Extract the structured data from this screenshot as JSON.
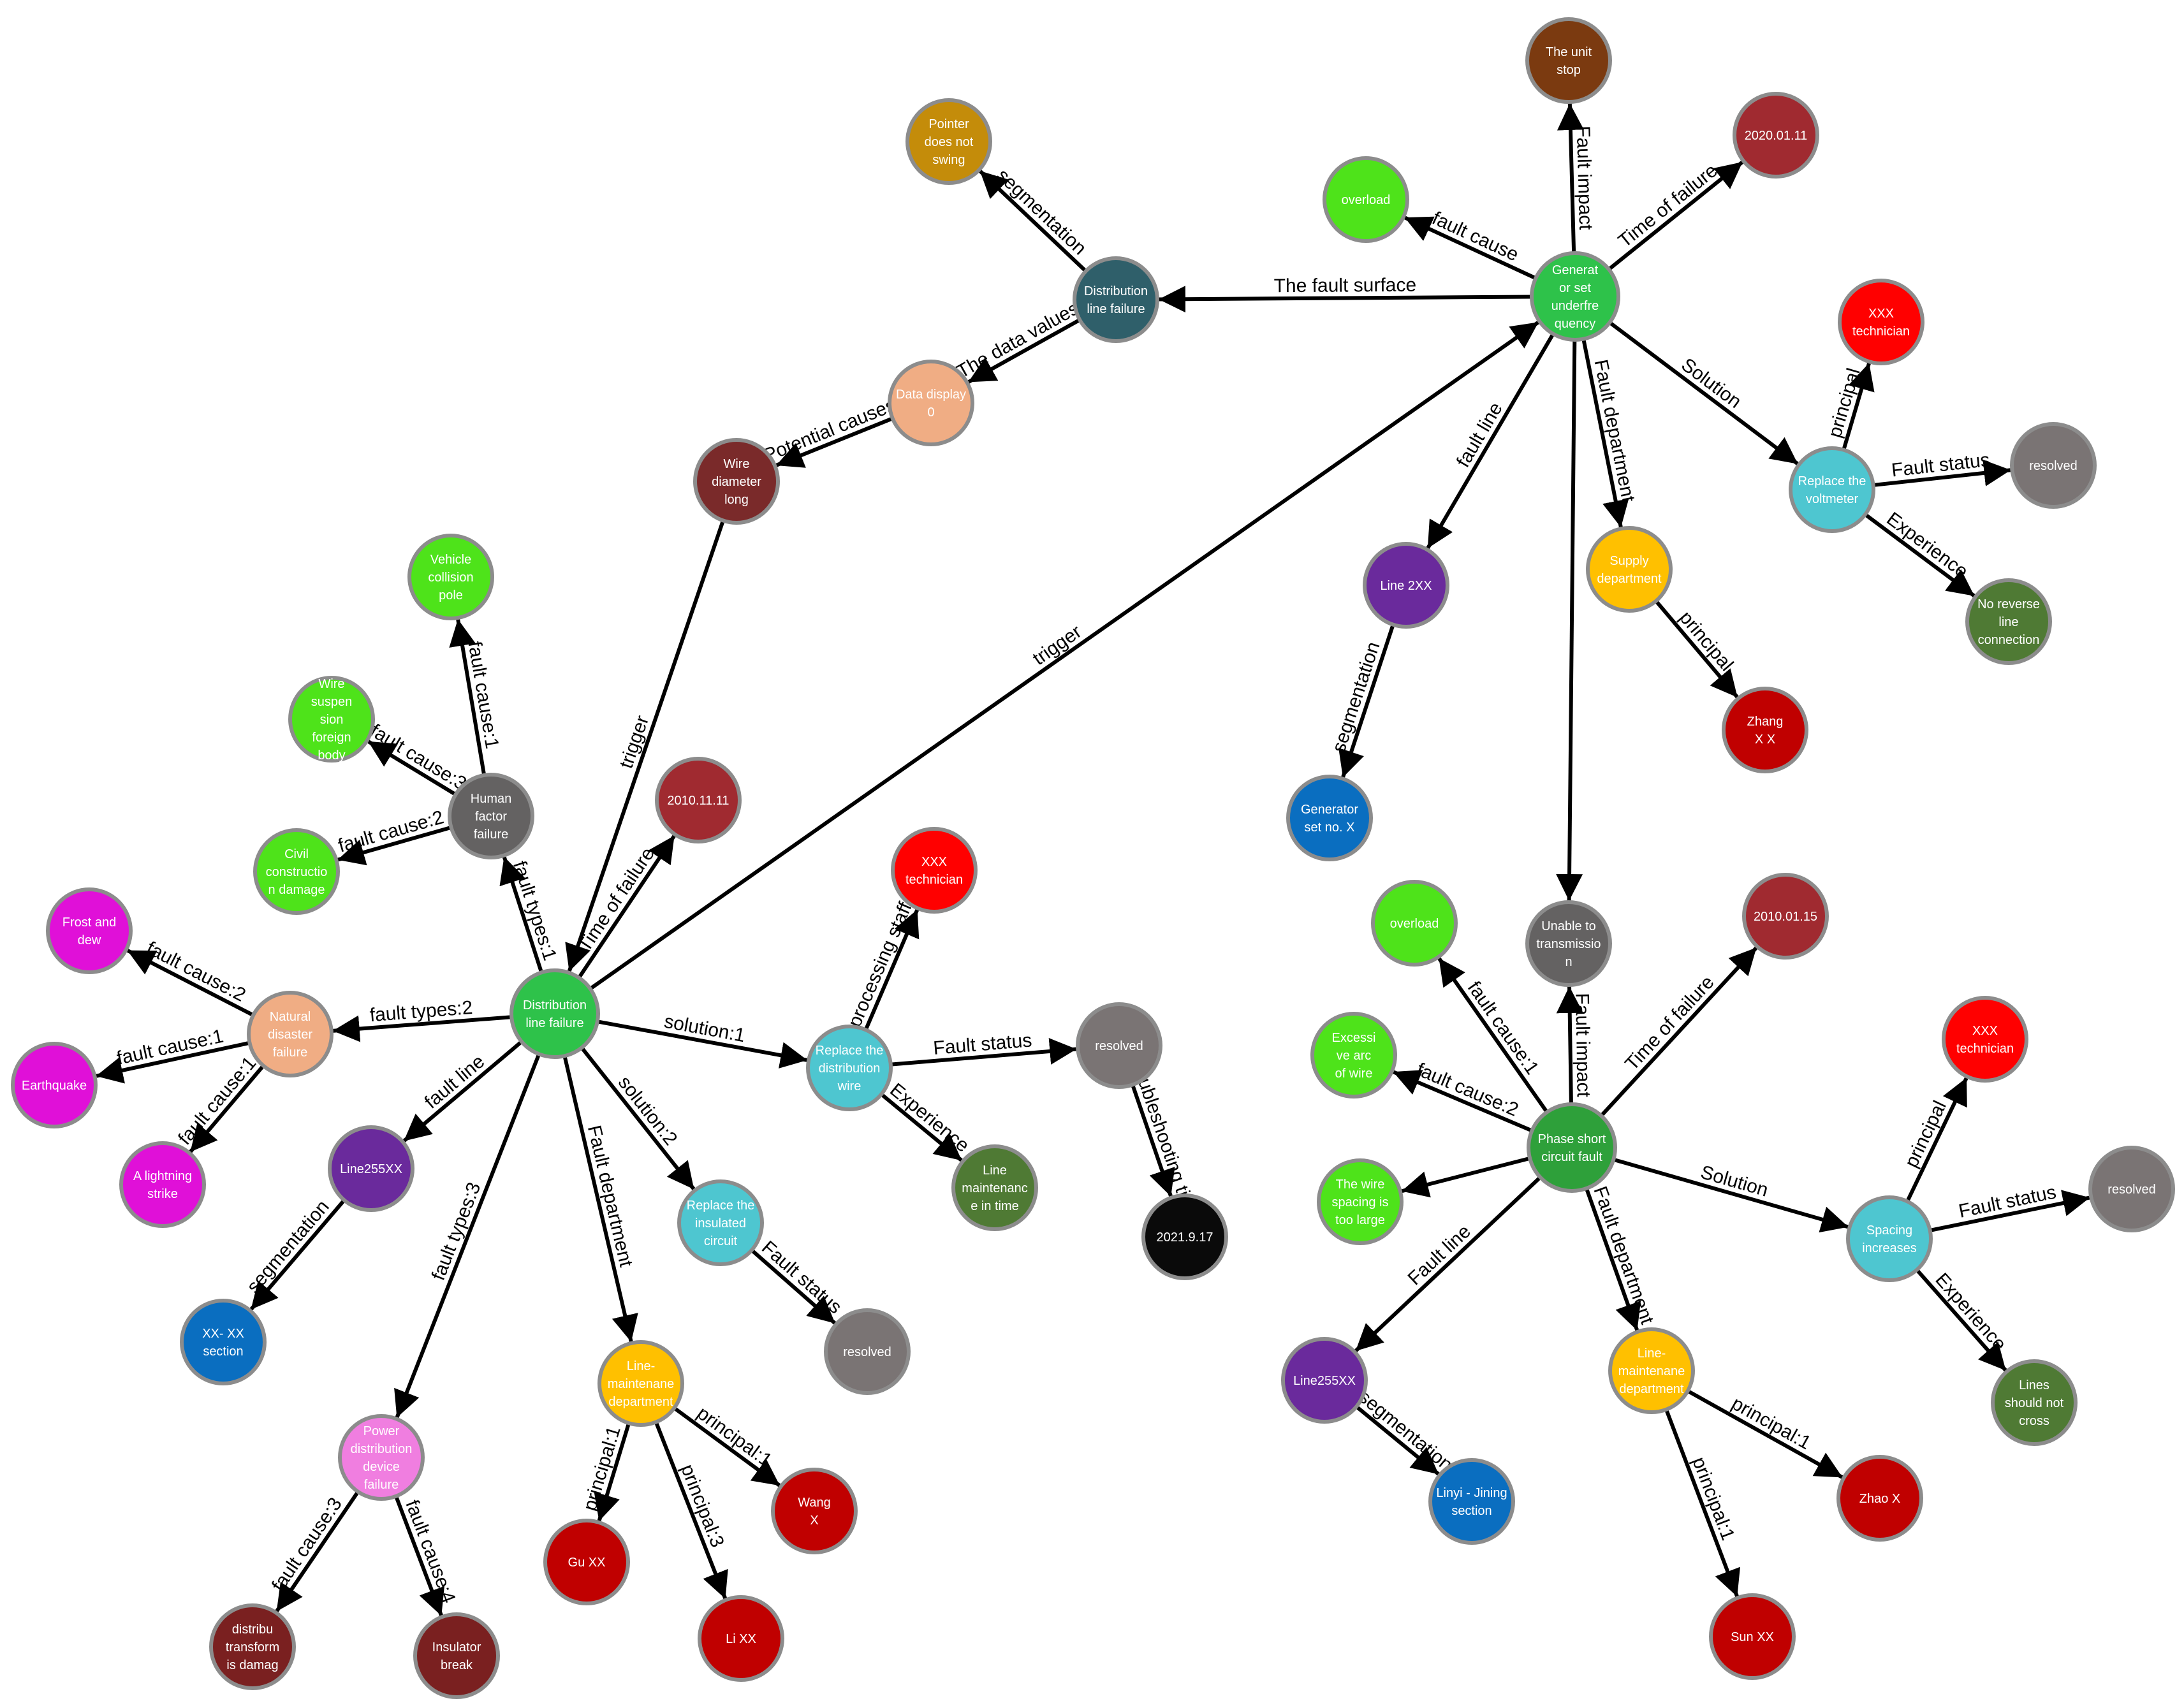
{
  "nodes": [
    {
      "id": "gen",
      "label": "Generat or set underfre quency",
      "lines": [
        "Generat",
        "or set",
        "underfre",
        "quency"
      ],
      "color": "#2ec24a"
    },
    {
      "id": "unit_stop",
      "label": "The unit stop",
      "lines": [
        "The unit",
        "stop"
      ],
      "color": "#7b3a10"
    },
    {
      "id": "d20200111",
      "label": "2020.01.11",
      "lines": [
        "2020.01.11"
      ],
      "color": "#a02a30"
    },
    {
      "id": "overload1",
      "label": "overload",
      "lines": [
        "overload"
      ],
      "color": "#4ee31a"
    },
    {
      "id": "dlf_top",
      "label": "Distribution line failure",
      "lines": [
        "Distribution",
        "line failure"
      ],
      "color": "#2f5f6a"
    },
    {
      "id": "pointer",
      "label": "Pointer does not swing",
      "lines": [
        "Pointer",
        "does not",
        "swing"
      ],
      "color": "#c48c0a"
    },
    {
      "id": "data_display",
      "label": "Data display 0",
      "lines": [
        "Data display",
        "0"
      ],
      "color": "#f0ad84"
    },
    {
      "id": "wire_diam",
      "label": "Wire diameter long",
      "lines": [
        "Wire",
        "diameter",
        "long"
      ],
      "color": "#7a2a2a"
    },
    {
      "id": "tech1",
      "label": "XXX technician",
      "lines": [
        "XXX",
        "technician"
      ],
      "color": "#ff0000"
    },
    {
      "id": "replace_volt",
      "label": "Replace the voltmeter",
      "lines": [
        "Replace the",
        "voltmeter"
      ],
      "color": "#4ec6d0"
    },
    {
      "id": "resolved1",
      "label": "resolved",
      "lines": [
        "resolved"
      ],
      "color": "#7a7474"
    },
    {
      "id": "no_reverse",
      "label": "No reverse line connection",
      "lines": [
        "No reverse",
        "line",
        "connection"
      ],
      "color": "#4f7a34"
    },
    {
      "id": "line2xx",
      "label": "Line 2XX",
      "lines": [
        "Line 2XX"
      ],
      "color": "#6a2a9c"
    },
    {
      "id": "supply_dept",
      "label": "Supply department",
      "lines": [
        "Supply",
        "department"
      ],
      "color": "#ffc000"
    },
    {
      "id": "zhang",
      "label": "Zhang X X",
      "lines": [
        "Zhang",
        "X X"
      ],
      "color": "#c00000"
    },
    {
      "id": "gen_set_x",
      "label": "Generator set no. X",
      "lines": [
        "Generator",
        "set no. X"
      ],
      "color": "#0a6ec0"
    },
    {
      "id": "vehicle",
      "label": "Vehicle collision pole",
      "lines": [
        "Vehicle",
        "collision",
        "pole"
      ],
      "color": "#4ee31a"
    },
    {
      "id": "wire_susp",
      "label": "Wire suspension foreign body",
      "lines": [
        "Wire",
        "suspen",
        "sion",
        "foreign",
        "body"
      ],
      "color": "#4ee31a"
    },
    {
      "id": "human",
      "label": "Human factor failure",
      "lines": [
        "Human",
        "factor",
        "failure"
      ],
      "color": "#646262"
    },
    {
      "id": "civil",
      "label": "Civil construction damage",
      "lines": [
        "Civil",
        "constructio",
        "n damage"
      ],
      "color": "#4ee31a"
    },
    {
      "id": "d20101111",
      "label": "2010.11.11",
      "lines": [
        "2010.11.11"
      ],
      "color": "#a02a30"
    },
    {
      "id": "frost",
      "label": "Frost and dew",
      "lines": [
        "Frost and",
        "dew"
      ],
      "color": "#e010d8"
    },
    {
      "id": "natural",
      "label": "Natural disaster failure",
      "lines": [
        "Natural",
        "disaster",
        "failure"
      ],
      "color": "#f0ad84"
    },
    {
      "id": "dlf_center",
      "label": "Distribution line failure",
      "lines": [
        "Distribution",
        "line failure"
      ],
      "color": "#2ec24a"
    },
    {
      "id": "earthquake",
      "label": "Earthquake",
      "lines": [
        "Earthquake"
      ],
      "color": "#e010d8"
    },
    {
      "id": "lightning",
      "label": "A lightning strike",
      "lines": [
        "A lightning",
        "strike"
      ],
      "color": "#e010d8"
    },
    {
      "id": "line255_left",
      "label": "Line255XX",
      "lines": [
        "Line255XX"
      ],
      "color": "#6a2a9c"
    },
    {
      "id": "xx_section",
      "label": "XX- XX section",
      "lines": [
        "XX- XX",
        "section"
      ],
      "color": "#0a6ec0"
    },
    {
      "id": "tech2",
      "label": "XXX technician",
      "lines": [
        "XXX",
        "technician"
      ],
      "color": "#ff0000"
    },
    {
      "id": "replace_wire",
      "label": "Replace the distribution wire",
      "lines": [
        "Replace the",
        "distribution",
        "wire"
      ],
      "color": "#4ec6d0"
    },
    {
      "id": "resolved2",
      "label": "resolved",
      "lines": [
        "resolved"
      ],
      "color": "#7a7474"
    },
    {
      "id": "line_maint_time",
      "label": "Line maintenance in time",
      "lines": [
        "Line",
        "maintenanc",
        "e in time"
      ],
      "color": "#4f7a34"
    },
    {
      "id": "d2021",
      "label": "2021.9.17",
      "lines": [
        "2021.9.17"
      ],
      "color": "#0a0a0a"
    },
    {
      "id": "replace_ins",
      "label": "Replace the insulated circuit",
      "lines": [
        "Replace the",
        "insulated",
        "circuit"
      ],
      "color": "#4ec6d0"
    },
    {
      "id": "resolved3",
      "label": "resolved",
      "lines": [
        "resolved"
      ],
      "color": "#7a7474"
    },
    {
      "id": "line_maint_dept_left",
      "label": "Line-maintenance department",
      "lines": [
        "Line-",
        "maintenane",
        "department"
      ],
      "color": "#ffc000"
    },
    {
      "id": "wang",
      "label": "Wang X",
      "lines": [
        "Wang",
        "X"
      ],
      "color": "#c00000"
    },
    {
      "id": "guxx",
      "label": "Gu XX",
      "lines": [
        "Gu XX"
      ],
      "color": "#c00000"
    },
    {
      "id": "lixx",
      "label": "Li XX",
      "lines": [
        "Li XX"
      ],
      "color": "#c00000"
    },
    {
      "id": "power_dist",
      "label": "Power distribution device failure",
      "lines": [
        "Power",
        "distribution",
        "device",
        "failure"
      ],
      "color": "#f07ee0"
    },
    {
      "id": "transformer",
      "label": "distribution transformer is damaged",
      "lines": [
        "distribu",
        "transform",
        "is damag"
      ],
      "color": "#7a2020"
    },
    {
      "id": "insulator",
      "label": "Insulator break",
      "lines": [
        "Insulator",
        "break"
      ],
      "color": "#7a2020"
    },
    {
      "id": "overload2",
      "label": "overload",
      "lines": [
        "overload"
      ],
      "color": "#4ee31a"
    },
    {
      "id": "unable",
      "label": "Unable to transmission",
      "lines": [
        "Unable to",
        "transmissio",
        "n"
      ],
      "color": "#646262"
    },
    {
      "id": "d20100115",
      "label": "2010.01.15",
      "lines": [
        "2010.01.15"
      ],
      "color": "#a02a30"
    },
    {
      "id": "excessive",
      "label": "Excessive arc of wire",
      "lines": [
        "Excessi",
        "ve arc",
        "of wire"
      ],
      "color": "#4ee31a"
    },
    {
      "id": "phase",
      "label": "Phase short circuit fault",
      "lines": [
        "Phase short",
        "circuit fault"
      ],
      "color": "#2ea03a"
    },
    {
      "id": "tech3",
      "label": "XXX technician",
      "lines": [
        "XXX",
        "technician"
      ],
      "color": "#ff0000"
    },
    {
      "id": "wire_spacing",
      "label": "The wire spacing is too large",
      "lines": [
        "The wire",
        "spacing is",
        "too large"
      ],
      "color": "#4ee31a"
    },
    {
      "id": "resolved4",
      "label": "resolved",
      "lines": [
        "resolved"
      ],
      "color": "#7a7474"
    },
    {
      "id": "spacing_inc",
      "label": "Spacing increases",
      "lines": [
        "Spacing",
        "increases"
      ],
      "color": "#4ec6d0"
    },
    {
      "id": "lines_not_cross",
      "label": "Lines should not cross",
      "lines": [
        "Lines",
        "should not",
        "cross"
      ],
      "color": "#4f7a34"
    },
    {
      "id": "line255_right",
      "label": "Line255XX",
      "lines": [
        "Line255XX"
      ],
      "color": "#6a2a9c"
    },
    {
      "id": "line_maint_dept_right",
      "label": "Line-maintenance department",
      "lines": [
        "Line-",
        "maintenane",
        "department"
      ],
      "color": "#ffc000"
    },
    {
      "id": "linyi",
      "label": "Linyi - Jining section",
      "lines": [
        "Linyi - Jining",
        "section"
      ],
      "color": "#0a6ec0"
    },
    {
      "id": "zhao",
      "label": "Zhao X",
      "lines": [
        "Zhao X"
      ],
      "color": "#c00000"
    },
    {
      "id": "sun",
      "label": "Sun XX",
      "lines": [
        "Sun XX"
      ],
      "color": "#c00000"
    }
  ],
  "edges": [
    {
      "from": "gen",
      "to": "unit_stop",
      "label": "Fault impact"
    },
    {
      "from": "gen",
      "to": "d20200111",
      "label": "Time of failure"
    },
    {
      "from": "gen",
      "to": "overload1",
      "label": "fault cause"
    },
    {
      "from": "gen",
      "to": "dlf_top",
      "label": "The fault surface"
    },
    {
      "from": "gen",
      "to": "replace_volt",
      "label": "Solution"
    },
    {
      "from": "gen",
      "to": "supply_dept",
      "label": "Fault department"
    },
    {
      "from": "gen",
      "to": "line2xx",
      "label": "fault line"
    },
    {
      "from": "gen",
      "to": "unable",
      "label": ""
    },
    {
      "from": "replace_volt",
      "to": "tech1",
      "label": "principal"
    },
    {
      "from": "replace_volt",
      "to": "resolved1",
      "label": "Fault status"
    },
    {
      "from": "replace_volt",
      "to": "no_reverse",
      "label": "Experience"
    },
    {
      "from": "supply_dept",
      "to": "zhang",
      "label": "principal"
    },
    {
      "from": "line2xx",
      "to": "gen_set_x",
      "label": "segmentation"
    },
    {
      "from": "dlf_top",
      "to": "pointer",
      "label": "segmentation"
    },
    {
      "from": "dlf_top",
      "to": "data_display",
      "label": "The data values"
    },
    {
      "from": "data_display",
      "to": "wire_diam",
      "label": "Potential causes"
    },
    {
      "from": "wire_diam",
      "to": "dlf_center",
      "label": "trigger"
    },
    {
      "from": "dlf_center",
      "to": "gen",
      "label": "trigger"
    },
    {
      "from": "human",
      "to": "vehicle",
      "label": "fault cause:1"
    },
    {
      "from": "human",
      "to": "wire_susp",
      "label": "fault cause:3"
    },
    {
      "from": "human",
      "to": "civil",
      "label": "fault cause:2"
    },
    {
      "from": "dlf_center",
      "to": "human",
      "label": "fault types:1"
    },
    {
      "from": "dlf_center",
      "to": "d20101111",
      "label": "Time of failure"
    },
    {
      "from": "dlf_center",
      "to": "natural",
      "label": "fault types:2"
    },
    {
      "from": "natural",
      "to": "frost",
      "label": "fault cause:2"
    },
    {
      "from": "natural",
      "to": "earthquake",
      "label": "fault cause:1"
    },
    {
      "from": "natural",
      "to": "lightning",
      "label": "fault cause:1"
    },
    {
      "from": "dlf_center",
      "to": "replace_wire",
      "label": "solution:1"
    },
    {
      "from": "replace_wire",
      "to": "tech2",
      "label": "processing staff"
    },
    {
      "from": "replace_wire",
      "to": "resolved2",
      "label": "Fault status"
    },
    {
      "from": "replace_wire",
      "to": "line_maint_time",
      "label": "Experience"
    },
    {
      "from": "resolved2",
      "to": "d2021",
      "label": "Troubleshooting time"
    },
    {
      "from": "dlf_center",
      "to": "replace_ins",
      "label": "solution:2"
    },
    {
      "from": "replace_ins",
      "to": "resolved3",
      "label": "Fault status"
    },
    {
      "from": "dlf_center",
      "to": "line255_left",
      "label": "fault line"
    },
    {
      "from": "line255_left",
      "to": "xx_section",
      "label": "segmentation"
    },
    {
      "from": "dlf_center",
      "to": "line_maint_dept_left",
      "label": "Fault department"
    },
    {
      "from": "line_maint_dept_left",
      "to": "wang",
      "label": "principal:1"
    },
    {
      "from": "line_maint_dept_left",
      "to": "guxx",
      "label": "principal:1"
    },
    {
      "from": "line_maint_dept_left",
      "to": "lixx",
      "label": "principal:3"
    },
    {
      "from": "dlf_center",
      "to": "power_dist",
      "label": "fault types:3"
    },
    {
      "from": "power_dist",
      "to": "transformer",
      "label": "fault cause:3"
    },
    {
      "from": "power_dist",
      "to": "insulator",
      "label": "fault cause:4"
    },
    {
      "from": "phase",
      "to": "overload2",
      "label": "fault cause:1"
    },
    {
      "from": "phase",
      "to": "unable",
      "label": "Fault impact"
    },
    {
      "from": "phase",
      "to": "d20100115",
      "label": "Time of failure"
    },
    {
      "from": "phase",
      "to": "excessive",
      "label": "fault cause:2"
    },
    {
      "from": "phase",
      "to": "wire_spacing",
      "label": ""
    },
    {
      "from": "phase",
      "to": "spacing_inc",
      "label": "Solution"
    },
    {
      "from": "spacing_inc",
      "to": "tech3",
      "label": "principal"
    },
    {
      "from": "spacing_inc",
      "to": "resolved4",
      "label": "Fault status"
    },
    {
      "from": "spacing_inc",
      "to": "lines_not_cross",
      "label": "Experience"
    },
    {
      "from": "phase",
      "to": "line255_right",
      "label": "Fault line"
    },
    {
      "from": "line255_right",
      "to": "linyi",
      "label": "segmentation"
    },
    {
      "from": "phase",
      "to": "line_maint_dept_right",
      "label": "Fault department"
    },
    {
      "from": "line_maint_dept_right",
      "to": "zhao",
      "label": "principal:1"
    },
    {
      "from": "line_maint_dept_right",
      "to": "sun",
      "label": "principal:1"
    }
  ]
}
